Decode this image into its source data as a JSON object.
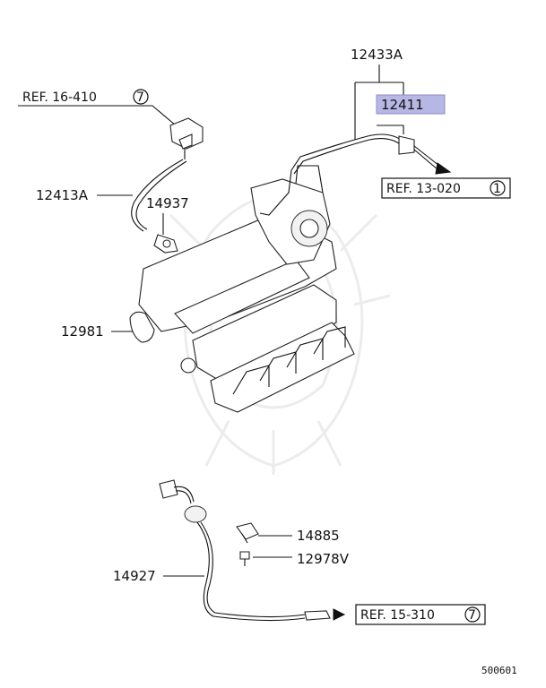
{
  "parts": {
    "p12433A": "12433A",
    "p12411": "12411",
    "p12413A": "12413A",
    "p14937": "14937",
    "p12981": "12981",
    "p14885": "14885",
    "p12978V": "12978V",
    "p14927": "14927"
  },
  "refs": {
    "ref1": "REF. 16-410",
    "ref1_num": "7",
    "ref2": "REF. 13-020",
    "ref2_num": "1",
    "ref3": "REF. 15-310",
    "ref3_num": "7"
  },
  "diagram_code": "500601",
  "colors": {
    "highlight": "#b7b7e6",
    "line": "#111111"
  }
}
